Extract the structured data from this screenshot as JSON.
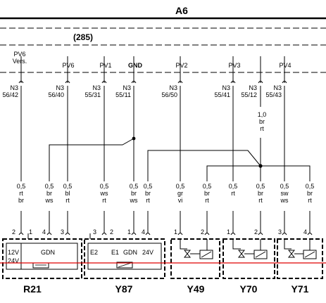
{
  "diagram": {
    "module_label": "A6",
    "connector_label": "(285)",
    "pins": [
      {
        "name": "PV6\nVers.",
        "conn": "N3\n56/42"
      },
      {
        "name": "PV6",
        "conn": "N3\n56/40"
      },
      {
        "name": "PV1",
        "conn": "N3\n55/31"
      },
      {
        "name": "GND",
        "conn": "N3\n55/11"
      },
      {
        "name": "PV2",
        "conn": "N3\n56/50"
      },
      {
        "name": "PV3",
        "conn": "N3\n55/41"
      },
      {
        "name": "",
        "conn": "N3\n55/12"
      },
      {
        "name": "PV4",
        "conn": "N3\n55/43"
      }
    ],
    "wires": [
      {
        "spec": "0,5\nrt\nbr"
      },
      {
        "spec": "0,5\nbr\nws"
      },
      {
        "spec": "0,5\nbl\nrt"
      },
      {
        "spec": "0,5\nws\nrt"
      },
      {
        "spec": "0,5\nbr\nws"
      },
      {
        "spec": "0,5\nbr\nrt"
      },
      {
        "spec": "0,5\ngr\nvi"
      },
      {
        "spec": "0,5\nbr\nrt"
      },
      {
        "spec": "0,5\nrt"
      },
      {
        "spec": "0,5\nbr\nrt"
      },
      {
        "spec": "0,5\nsw\nws"
      },
      {
        "spec": "0,5\nbr\nrt"
      }
    ],
    "feed_wire": {
      "spec": "1,0\nbr\nrt"
    },
    "components": [
      {
        "id": "R21",
        "pins": [
          "2",
          "1",
          "4",
          "3"
        ],
        "inner": [
          "12V",
          "GDN",
          "24V"
        ]
      },
      {
        "id": "Y87",
        "pins": [
          "3",
          "2",
          "1",
          "4"
        ],
        "inner": [
          "E2",
          "E1",
          "GDN",
          "24V"
        ]
      },
      {
        "id": "Y49",
        "pins": [
          "1",
          "2"
        ]
      },
      {
        "id": "Y70",
        "pins": [
          "1",
          "2"
        ]
      },
      {
        "id": "Y71",
        "pins": [
          "3",
          "4"
        ]
      }
    ],
    "colors": {
      "line": "#000000",
      "marker": "#e00000"
    }
  }
}
